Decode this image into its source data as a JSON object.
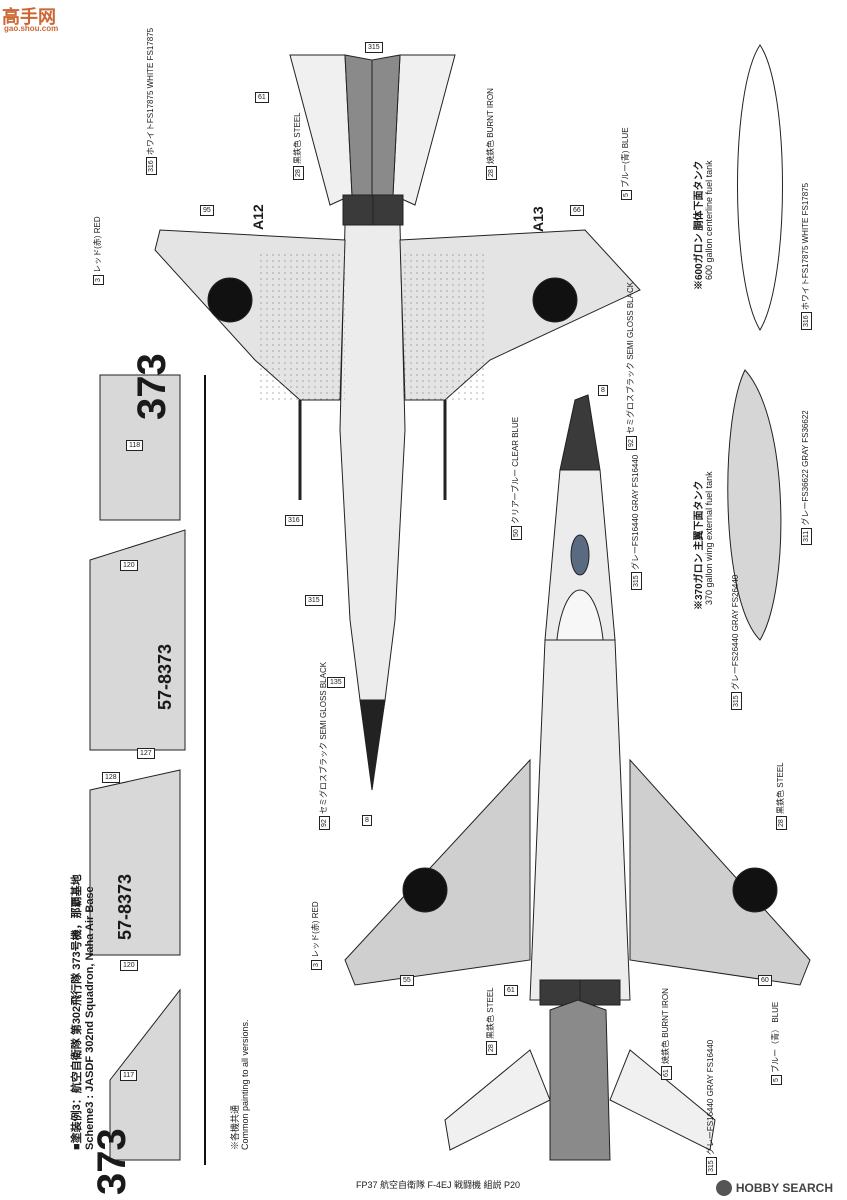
{
  "watermark_top": {
    "brand": "高手网",
    "url": "gao.shou.com"
  },
  "scheme": {
    "title_jp": "■塗装例3：航空自衛隊 第302飛行隊 373号機，那覇基地",
    "title_en": "Scheme3 : JASDF 302nd Squadron, Naha Air Base",
    "note_jp": "※各機共通",
    "note_en": "Common painting to all versions.",
    "tail_number": "373",
    "serial": "57-8373"
  },
  "side_decals": [
    "117",
    "120",
    "128",
    "127",
    "120",
    "118"
  ],
  "tanks": {
    "centerline": {
      "title_jp": "※600ガロン 胴体下面タンク",
      "title_en": "600 gallon centerline fuel tank",
      "color_jp": "ホワイトFS17875",
      "color_en": "WHITE FS17875",
      "code": "316"
    },
    "wing": {
      "title_jp": "※370ガロン 主翼下面タンク",
      "title_en": "370 gallon wing external fuel tank",
      "color1_jp": "グレーFS36622",
      "color1_en": "GRAY FS36622",
      "code1": "311",
      "color2_jp": "グレーFS26440",
      "color2_en": "GRAY FS26440",
      "code2": "315"
    }
  },
  "top_view_callouts": {
    "white_jp": "ホワイトFS17875",
    "white_en": "WHITE FS17875",
    "white_code": "316",
    "red_jp": "レッド(赤)",
    "red_en": "RED",
    "red_code": "3",
    "steel_jp": "黒鉄色",
    "steel_en": "STEEL",
    "steel_code": "28",
    "burnt_jp": "焼鉄色",
    "burnt_en": "BURNT IRON",
    "burnt_code": "28",
    "blue_jp": "ブルー(青)",
    "blue_en": "BLUE",
    "blue_code": "5",
    "a12": "A12",
    "a13": "A13",
    "num_95": "95",
    "num_66": "66",
    "num_61": "61",
    "num_315": "315",
    "num_316": "316",
    "semi_jp": "セミグロスブラック",
    "semi_en": "SEMI GLOSS BLACK",
    "semi_code": "92",
    "num_8": "8",
    "num_135": "135"
  },
  "bottom_view_callouts": {
    "semi_jp": "セミグロスブラック",
    "semi_en": "SEMI GLOSS BLACK",
    "semi_code": "92",
    "clear_jp": "クリアーブルー",
    "clear_en": "CLEAR BLUE",
    "clear_code": "50",
    "gray_jp": "グレーFS16440",
    "gray_en": "GRAY FS16440",
    "gray_code": "315",
    "steel_jp": "黒鉄色",
    "steel_en": "STEEL",
    "steel_code": "28",
    "red_jp": "レッド(赤)",
    "red_en": "RED",
    "red_code": "3",
    "blue_jp": "ブルー（青）",
    "blue_en": "BLUE",
    "blue_code": "5",
    "burnt_jp": "焼鉄色",
    "burnt_en": "BURNT IRON",
    "burnt_code": "61",
    "num_55": "55",
    "num_60": "60",
    "num_61": "61",
    "num_28": "28",
    "num_8": "8"
  },
  "footer": "FP37 航空自衛隊 F-4EJ 戦闘機 組説 P20",
  "watermark_bottom": "HOBBY SEARCH",
  "colors": {
    "ink": "#1a1a1a",
    "gray": "#8a8a8a",
    "dark": "#3a3a3a"
  }
}
